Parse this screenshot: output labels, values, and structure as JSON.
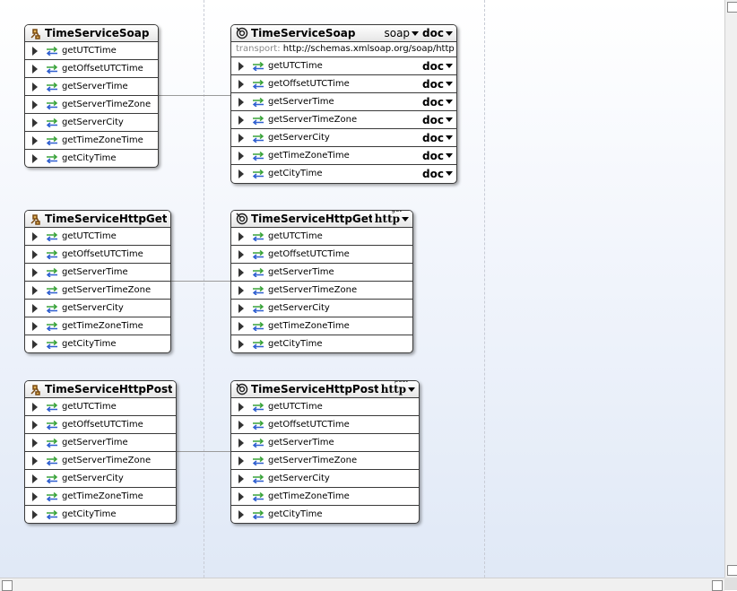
{
  "operations": [
    "getUTCTime",
    "getOffsetUTCTime",
    "getServerTime",
    "getServerTimeZone",
    "getServerCity",
    "getTimeZoneTime",
    "getCityTime"
  ],
  "port_types": [
    {
      "title": "TimeServiceSoap"
    },
    {
      "title": "TimeServiceHttpGet"
    },
    {
      "title": "TimeServiceHttpPost"
    }
  ],
  "bindings": [
    {
      "title": "TimeServiceSoap",
      "protocol": "soap",
      "style": "doc",
      "transport_label": "transport:",
      "transport_value": "http://schemas.xmlsoap.org/soap/http",
      "op_style": "doc"
    },
    {
      "title": "TimeServiceHttpGet",
      "protocol": "http",
      "verb": "get"
    },
    {
      "title": "TimeServiceHttpPost",
      "protocol": "http",
      "verb": "post"
    }
  ],
  "colors": {
    "arrow_green": "#3aa33a",
    "arrow_blue": "#2f5fd0",
    "border": "#3a3a3a",
    "connector": "#9a9a9a"
  },
  "icons": {
    "port_type": "port-type-icon",
    "binding": "binding-icon",
    "operation": "operation-arrows-icon",
    "expand": "expand-triangle-icon"
  }
}
